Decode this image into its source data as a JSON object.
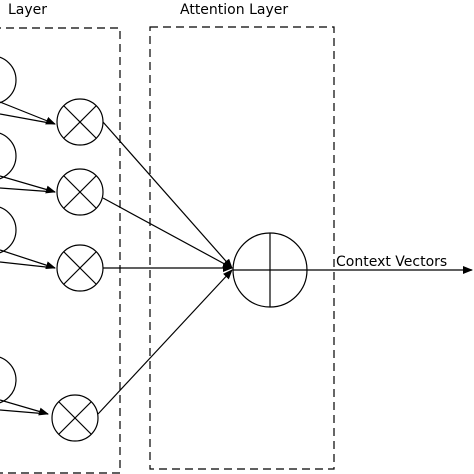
{
  "left_layer": {
    "title": "Layer"
  },
  "attention_layer": {
    "title": "Attention Layer"
  },
  "output": {
    "label": "Context Vectors"
  }
}
